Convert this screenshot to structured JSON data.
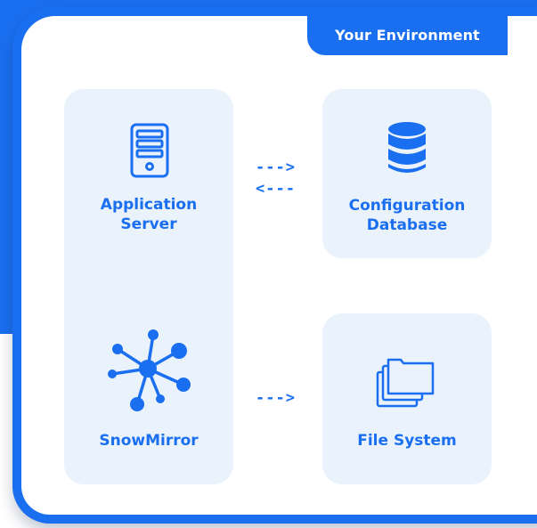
{
  "environment": {
    "title": "Your Environment"
  },
  "nodes": {
    "app_server": {
      "line1": "Application",
      "line2": "Server",
      "icon": "server-icon"
    },
    "config_db": {
      "line1": "Configuration",
      "line2": "Database",
      "icon": "database-icon"
    },
    "snowmirror": {
      "label": "SnowMirror",
      "icon": "network-hub-icon"
    },
    "file_system": {
      "label": "File System",
      "icon": "folders-icon"
    }
  },
  "arrows": {
    "to_db": "--->",
    "from_db": "<---",
    "to_fs": "--->"
  },
  "colors": {
    "accent": "#1a6ff0",
    "panel": "#eaf2fc",
    "background": "#ffffff"
  }
}
